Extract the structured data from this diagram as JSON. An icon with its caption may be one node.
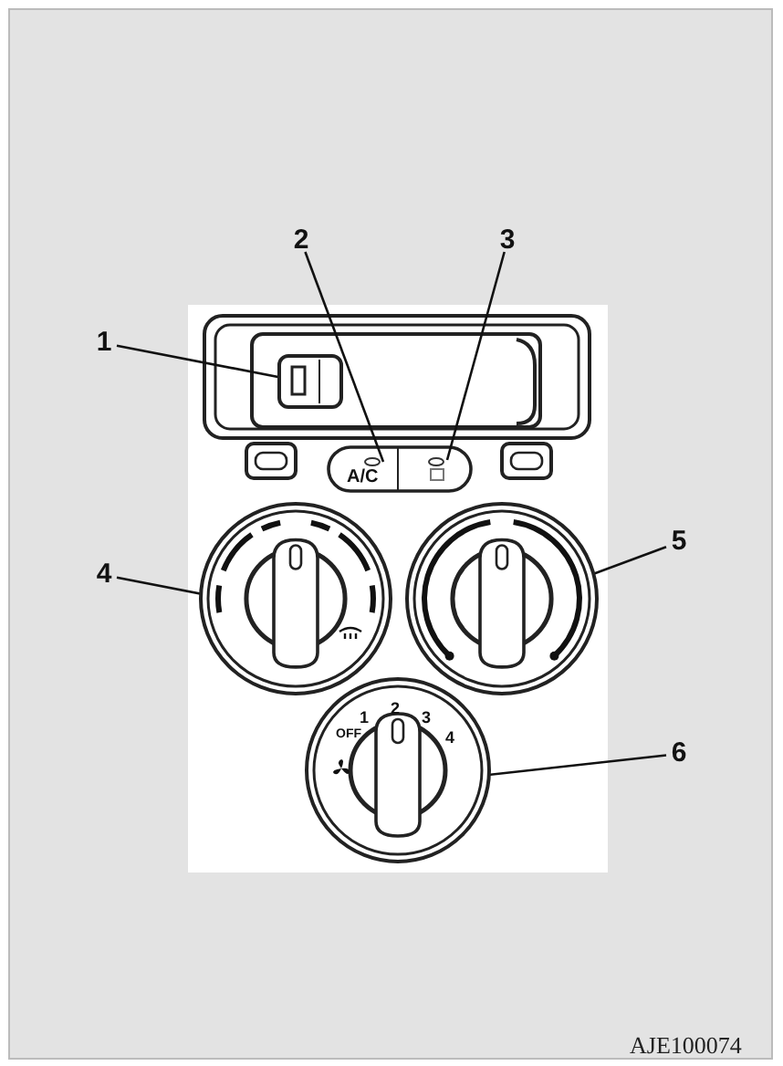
{
  "diagram": {
    "nodes": [
      {
        "text": [
          "1"
        ]
      },
      {
        "text": [
          "2"
        ]
      },
      {
        "text": [
          "3"
        ]
      },
      {
        "text": [
          "4"
        ]
      },
      {
        "text": [
          "5"
        ]
      },
      {
        "text": [
          "6"
        ]
      },
      {
        "text": [],
        "shape": "box"
      },
      {
        "text": [],
        "shape": "circle"
      },
      {
        "text": [],
        "shape": "circle"
      },
      {
        "text": [],
        "shape": "circle"
      },
      {
        "text": [],
        "shape": "circle"
      },
      {
        "text": [],
        "shape": "circle"
      }
    ],
    "edges": [
      {
        "from": 0,
        "to": 6,
        "arrow": "none"
      },
      {
        "from": 1,
        "to": 7,
        "arrow": "none"
      },
      {
        "from": 2,
        "to": 8,
        "arrow": "none"
      },
      {
        "from": 3,
        "to": 9,
        "arrow": "none"
      },
      {
        "from": 4,
        "to": 10,
        "arrow": "none"
      },
      {
        "from": 5,
        "to": 11,
        "arrow": "none"
      }
    ],
    "labels": [
      "A/C",
      "OFF",
      "1",
      "2",
      "3",
      "4",
      "AJE100074"
    ]
  }
}
